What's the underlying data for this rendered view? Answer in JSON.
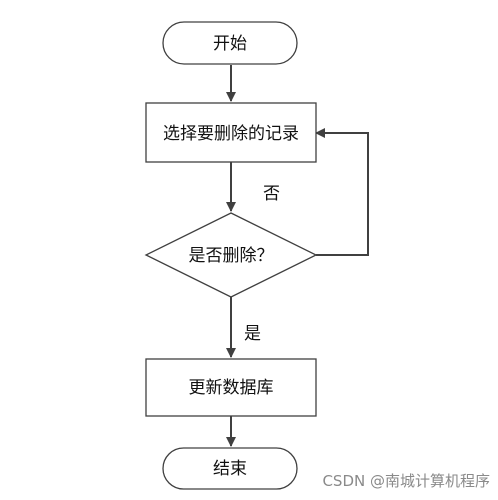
{
  "diagram": {
    "nodes": {
      "start": "开始",
      "select": "选择要删除的记录",
      "decision": "是否删除？",
      "update": "更新数据库",
      "end": "结束"
    },
    "edges": {
      "no_label": "否",
      "yes_label": "是"
    }
  },
  "watermark": "CSDN @南城计算机程序",
  "colors": {
    "stroke": "#404040",
    "fill": "#ffffff",
    "text": "#111111",
    "watermark": "#8a8a8a"
  }
}
